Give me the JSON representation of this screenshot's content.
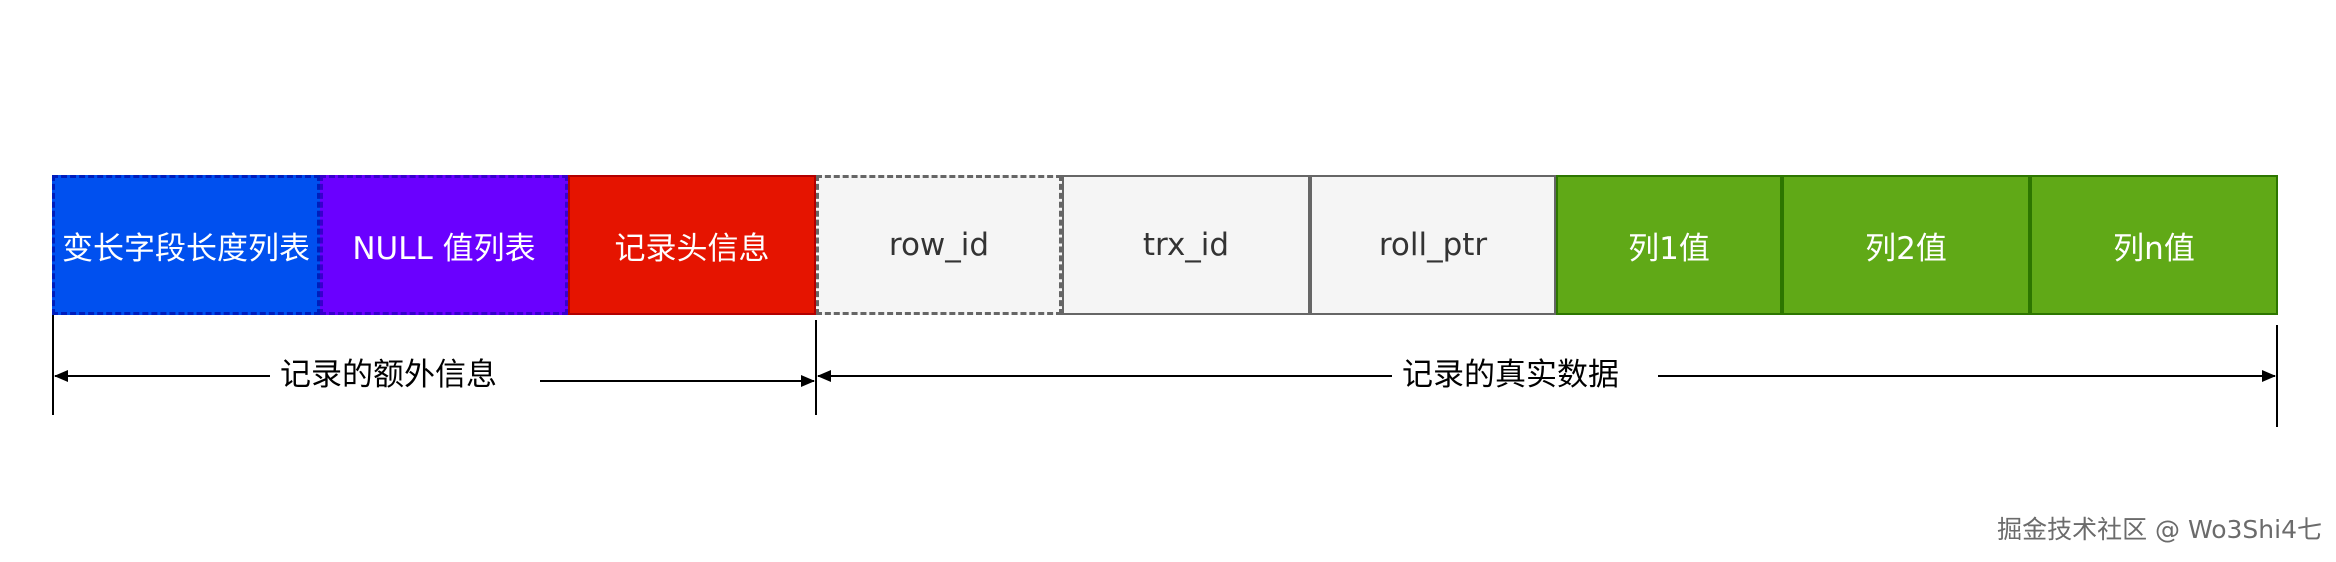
{
  "record": {
    "fields": [
      {
        "label": "变长字段长度列表"
      },
      {
        "label": "NULL 值列表"
      },
      {
        "label": "记录头信息"
      },
      {
        "label": "row_id"
      },
      {
        "label": "trx_id"
      },
      {
        "label": "roll_ptr"
      },
      {
        "label": "列1值"
      },
      {
        "label": "列2值"
      },
      {
        "label": "列n值"
      }
    ],
    "spans": {
      "extra_info": "记录的额外信息",
      "real_data": "记录的真实数据"
    }
  },
  "colors": {
    "blue": "#0050EF",
    "purple": "#6A00FF",
    "red": "#E51400",
    "gray": "#F5F5F5",
    "green": "#60A917"
  },
  "watermark": "掘金技术社区 @ Wo3Shi4七"
}
